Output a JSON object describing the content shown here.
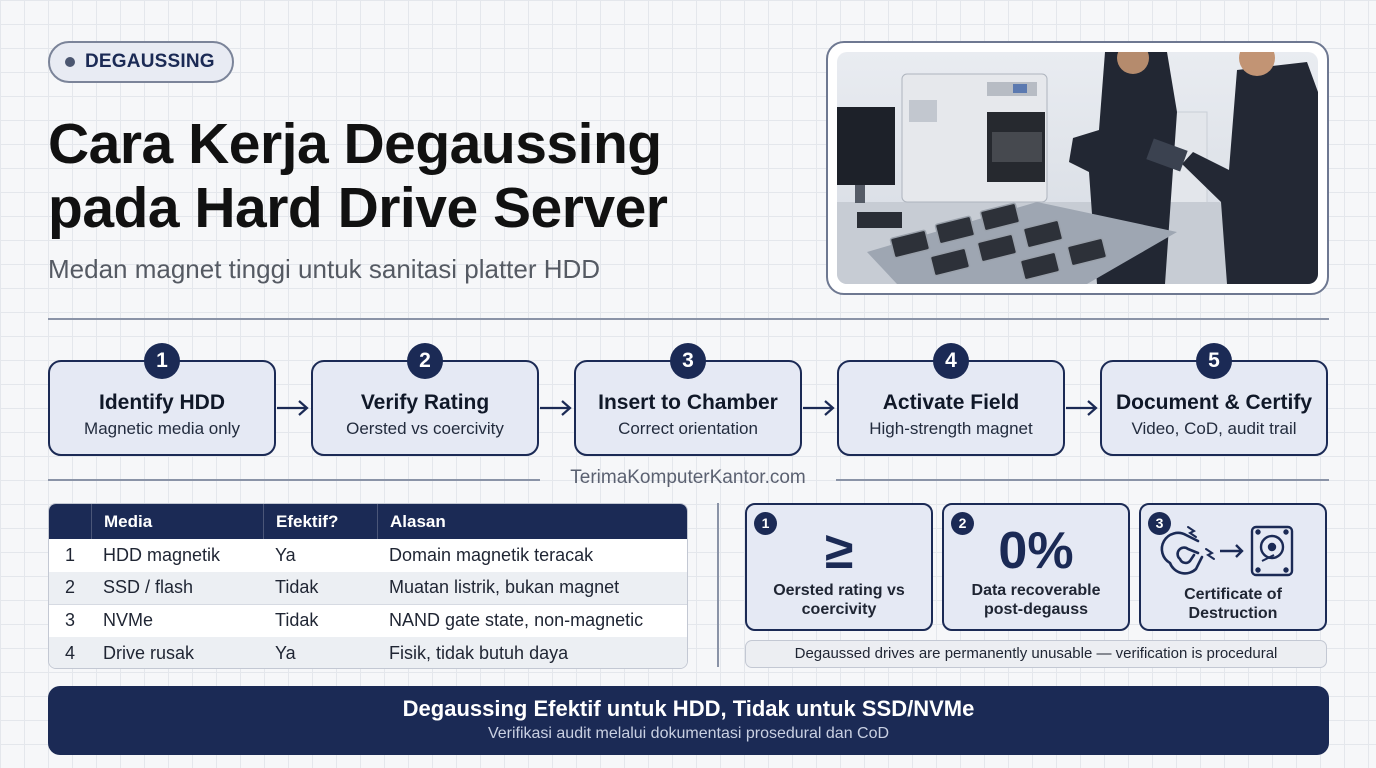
{
  "header": {
    "tag": "DEGAUSSING",
    "title_line1": "Cara Kerja Degaussing",
    "title_line2": "pada Hard Drive Server",
    "subtitle": "Medan magnet tinggi untuk sanitasi platter HDD"
  },
  "steps": [
    {
      "num": "1",
      "title": "Identify HDD",
      "sub": "Magnetic media only"
    },
    {
      "num": "2",
      "title": "Verify Rating",
      "sub": "Oersted vs coercivity"
    },
    {
      "num": "3",
      "title": "Insert to Chamber",
      "sub": "Correct orientation"
    },
    {
      "num": "4",
      "title": "Activate Field",
      "sub": "High-strength magnet"
    },
    {
      "num": "5",
      "title": "Document & Certify",
      "sub": "Video, CoD, audit trail"
    }
  ],
  "site": "TerimaKomputerKantor.com",
  "table": {
    "headers": [
      "",
      "Media",
      "Efektif?",
      "Alasan"
    ],
    "rows": [
      {
        "no": "1",
        "media": "HDD magnetik",
        "efektif": "Ya",
        "alasan": "Domain magnetik teracak"
      },
      {
        "no": "2",
        "media": "SSD / flash",
        "efektif": "Tidak",
        "alasan": "Muatan listrik, bukan magnet"
      },
      {
        "no": "3",
        "media": "NVMe",
        "efektif": "Tidak",
        "alasan": "NAND gate state, non-magnetic"
      },
      {
        "no": "4",
        "media": "Drive rusak",
        "efektif": "Ya",
        "alasan": "Fisik, tidak butuh daya"
      }
    ]
  },
  "cards": [
    {
      "num": "1",
      "big": "≥",
      "label": "Oersted rating vs coercivity"
    },
    {
      "num": "2",
      "big": "0%",
      "label": "Data recoverable post-degauss"
    },
    {
      "num": "3",
      "icons": [
        "magnet-icon",
        "arrow-right-icon",
        "hard-drive-icon"
      ],
      "label": "Certificate of Destruction"
    }
  ],
  "note": "Degaussed drives are permanently unusable — verification is procedural",
  "banner": {
    "title": "Degaussing Efektif untuk HDD, Tidak untuk SSD/NVMe",
    "sub": "Verifikasi audit melalui dokumentasi prosedural dan CoD"
  },
  "colors": {
    "navy": "#1b2a55",
    "card_bg": "#e5e9f4",
    "page_bg": "#f6f7f9"
  }
}
